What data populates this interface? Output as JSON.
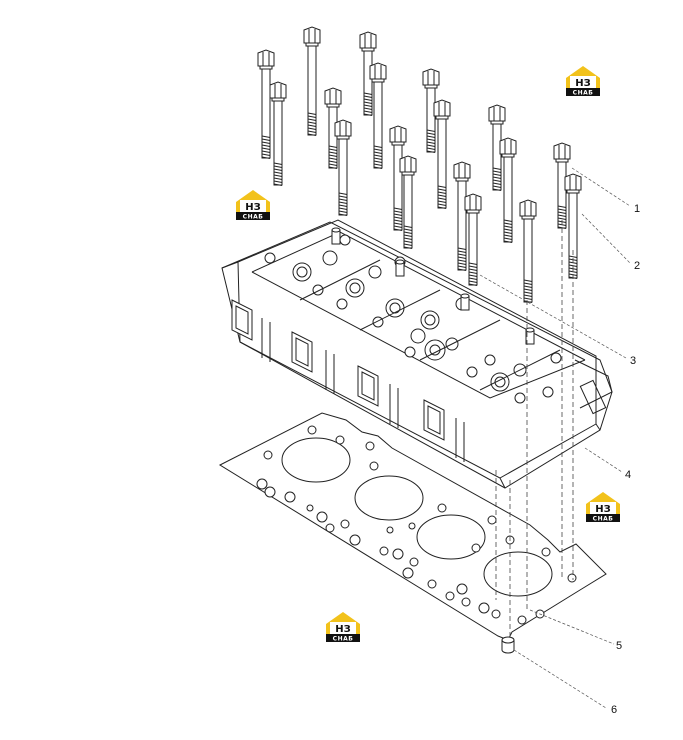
{
  "diagram": {
    "callouts": [
      {
        "id": "1",
        "label": "1"
      },
      {
        "id": "2",
        "label": "2"
      },
      {
        "id": "3",
        "label": "3"
      },
      {
        "id": "4",
        "label": "4"
      },
      {
        "id": "5",
        "label": "5"
      },
      {
        "id": "6",
        "label": "6"
      }
    ],
    "parts": [
      "bolt",
      "bolt",
      "cylinder-head",
      "cylinder-head-assembly",
      "head-gasket",
      "dowel-pin"
    ]
  },
  "watermark": {
    "top_text": "НЗ",
    "bottom_text": "СНАБ",
    "colors": {
      "yellow": "#f2c21b",
      "dark": "#111111"
    }
  },
  "colors": {
    "line": "#222222",
    "background": "#ffffff"
  }
}
